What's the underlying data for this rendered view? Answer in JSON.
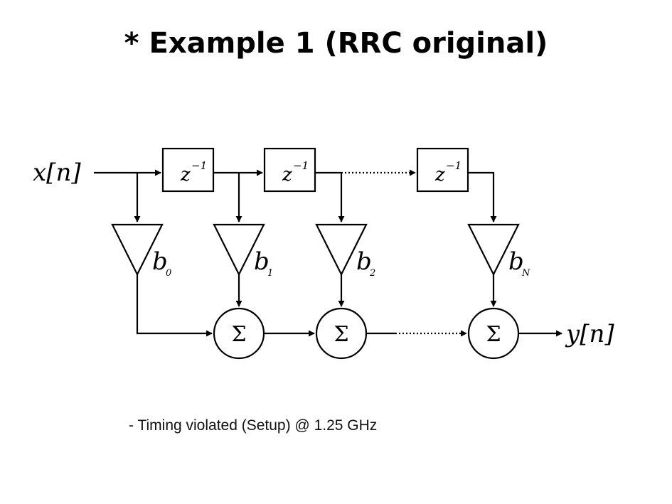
{
  "title": "* Example 1 (RRC original)",
  "diagram": {
    "input_label": "x[n]",
    "output_label": "y[n]",
    "delay_label": "z",
    "delay_exponent": "−1",
    "sum_symbol": "Σ",
    "coefficients": [
      {
        "base": "b",
        "sub": "0"
      },
      {
        "base": "b",
        "sub": "1"
      },
      {
        "base": "b",
        "sub": "2"
      },
      {
        "base": "b",
        "sub": "N"
      }
    ]
  },
  "note": "- Timing violated (Setup) @ 1.25 GHz"
}
